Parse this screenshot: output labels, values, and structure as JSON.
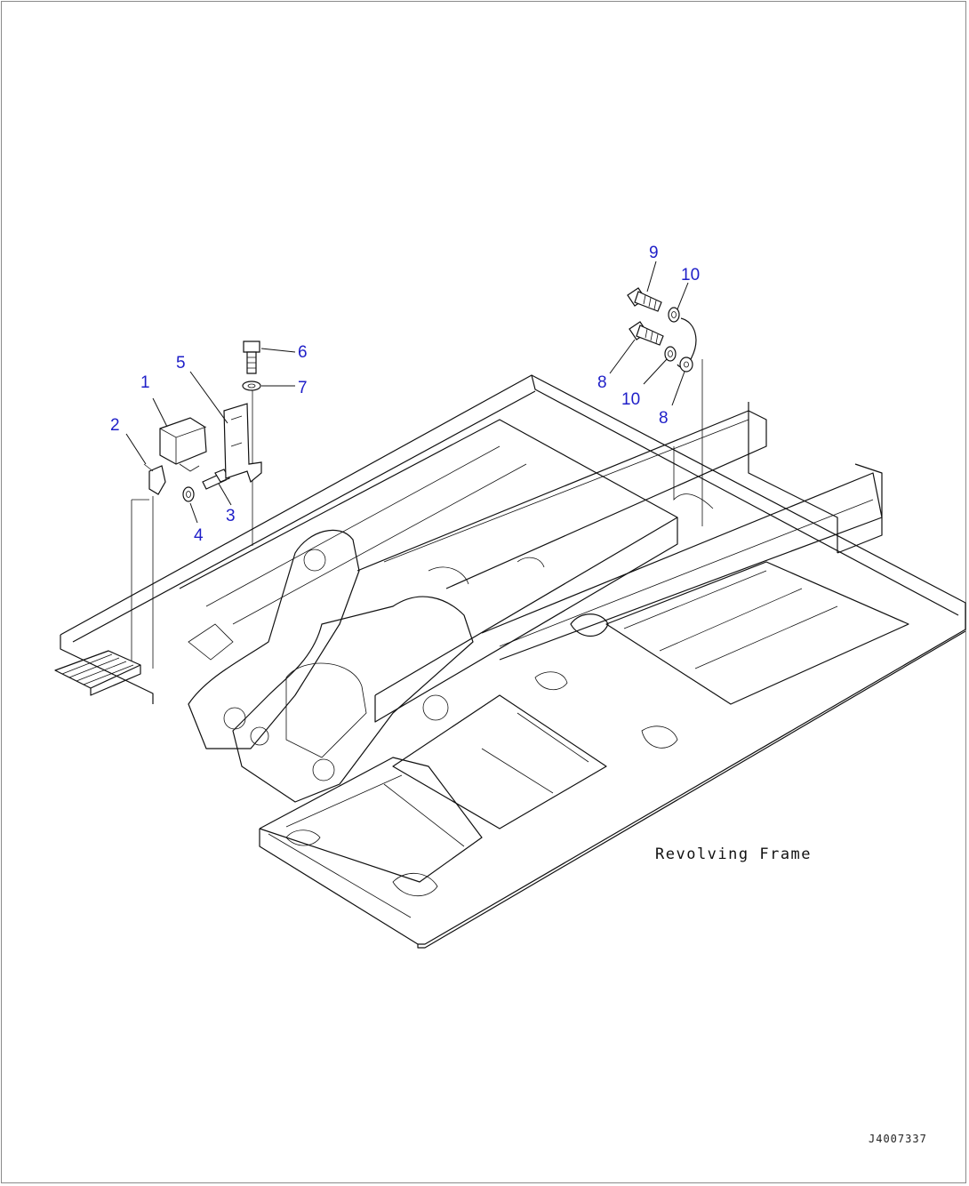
{
  "diagram": {
    "caption": "Revolving Frame",
    "drawing_id": "J4007337",
    "callouts": [
      {
        "id": "c1",
        "label": "1"
      },
      {
        "id": "c2",
        "label": "2"
      },
      {
        "id": "c3",
        "label": "3"
      },
      {
        "id": "c4",
        "label": "4"
      },
      {
        "id": "c5",
        "label": "5"
      },
      {
        "id": "c6",
        "label": "6"
      },
      {
        "id": "c7",
        "label": "7"
      },
      {
        "id": "c8a",
        "label": "8"
      },
      {
        "id": "c8b",
        "label": "8"
      },
      {
        "id": "c9",
        "label": "9"
      },
      {
        "id": "c10a",
        "label": "10"
      },
      {
        "id": "c10b",
        "label": "10"
      }
    ],
    "colors": {
      "callout": "#1f1fc8",
      "line": "#111111"
    }
  }
}
